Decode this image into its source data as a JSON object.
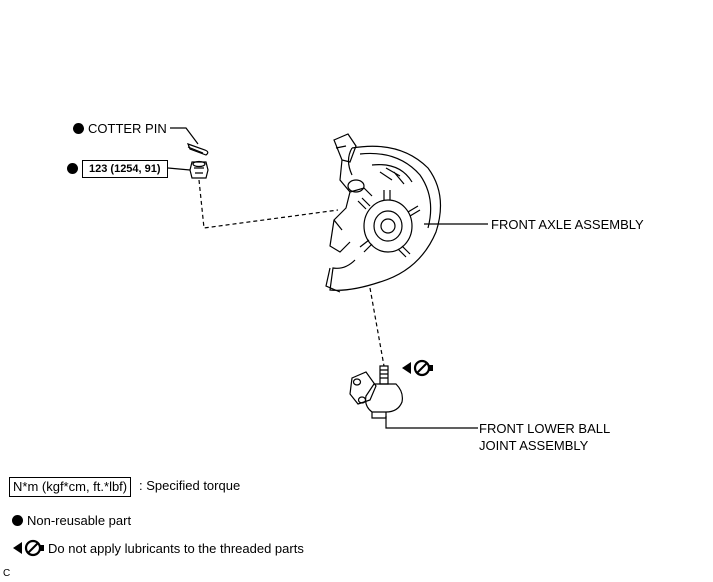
{
  "callouts": {
    "cotter_pin": "COTTER PIN",
    "torque_value": "123 (1254, 91)",
    "front_axle_assembly": "FRONT AXLE ASSEMBLY",
    "front_lower_ball_joint_line1": "FRONT LOWER BALL",
    "front_lower_ball_joint_line2": "JOINT ASSEMBLY"
  },
  "legend": {
    "torque_unit": "N*m (kgf*cm, ft.*lbf)",
    "torque_desc": ": Specified torque",
    "non_reusable": "Non-reusable part",
    "no_lubricant": "Do not apply lubricants to the threaded parts"
  },
  "figure_code": "C",
  "icons": [
    "non-reusable-dot-icon",
    "no-lubricant-icon"
  ]
}
